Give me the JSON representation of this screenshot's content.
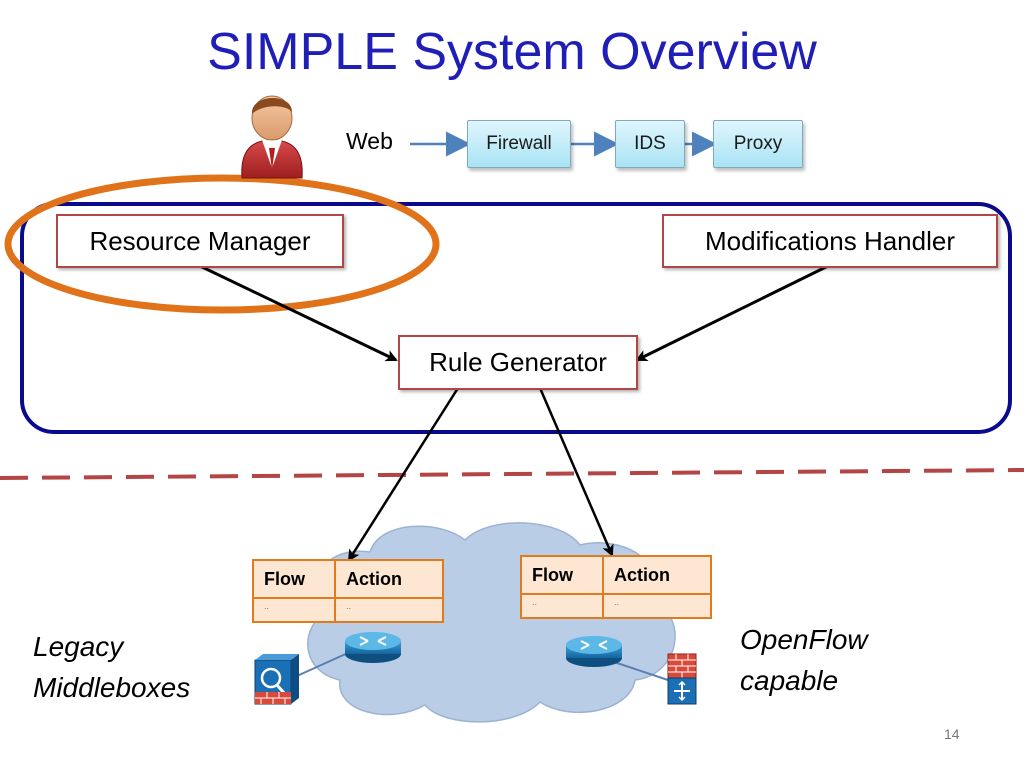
{
  "title": "SIMPLE System Overview",
  "web_label": "Web",
  "chain": [
    "Firewall",
    "IDS",
    "Proxy"
  ],
  "controller": {
    "resource_manager": "Resource Manager",
    "modifications_handler": "Modifications Handler",
    "rule_generator": "Rule Generator"
  },
  "flow_tables": [
    {
      "col1": "Flow",
      "col2": "Action",
      "cell1": "..",
      "cell2": ".."
    },
    {
      "col1": "Flow",
      "col2": "Action",
      "cell1": "..",
      "cell2": ".."
    }
  ],
  "labels": {
    "legacy_line1": "Legacy",
    "legacy_line2": "Middleboxes",
    "openflow_line1": "OpenFlow",
    "openflow_line2": "capable"
  },
  "page_number": "14",
  "colors": {
    "title": "#1f1fb8",
    "controller_border": "#0a0a8c",
    "highlight_ellipse": "#e0731a",
    "divider": "#b34545",
    "box_border": "#b04747",
    "table_border": "#e07b20",
    "cloud": "#b9cde6"
  },
  "icons": [
    "user-icon",
    "router-icon",
    "middlebox-icon",
    "firewall-icon"
  ]
}
